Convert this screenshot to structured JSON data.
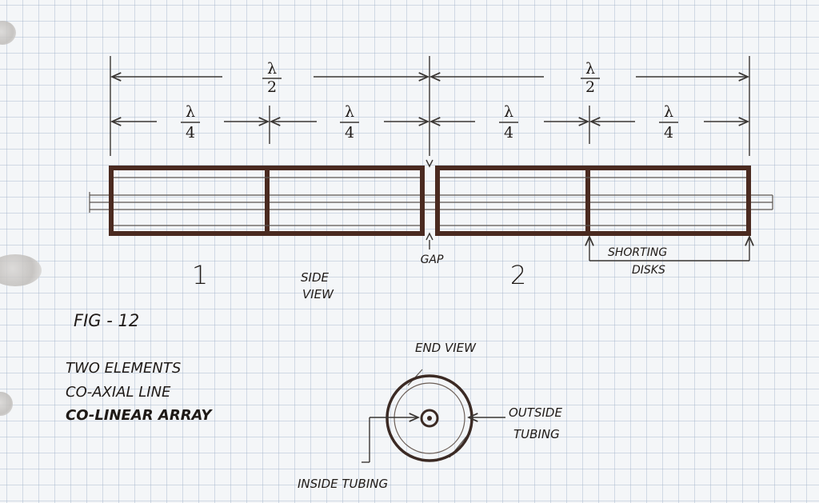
{
  "dimensions": {
    "half_wave": {
      "num": "λ",
      "den": "2"
    },
    "quarter_wave": {
      "num": "λ",
      "den": "4"
    }
  },
  "labels": {
    "element_1": "1",
    "element_2": "2",
    "side_view": [
      "SIDE",
      "VIEW"
    ],
    "gap": "GAP",
    "shorting_disks": [
      "SHORTING",
      "DISKS"
    ],
    "fig": "FIG - 12",
    "title_lines": [
      "TWO ELEMENTS",
      "CO-AXIAL LINE",
      "CO-LINEAR ARRAY"
    ],
    "end_view": "END VIEW",
    "outside_tubing": [
      "OUTSIDE",
      "TUBING"
    ],
    "inside_tubing": "INSIDE TUBING"
  },
  "colors": {
    "ink": "#1f1a17",
    "tube_wall": "#4a2a20",
    "grid": "#96aac3",
    "paper": "#f4f6f8"
  }
}
